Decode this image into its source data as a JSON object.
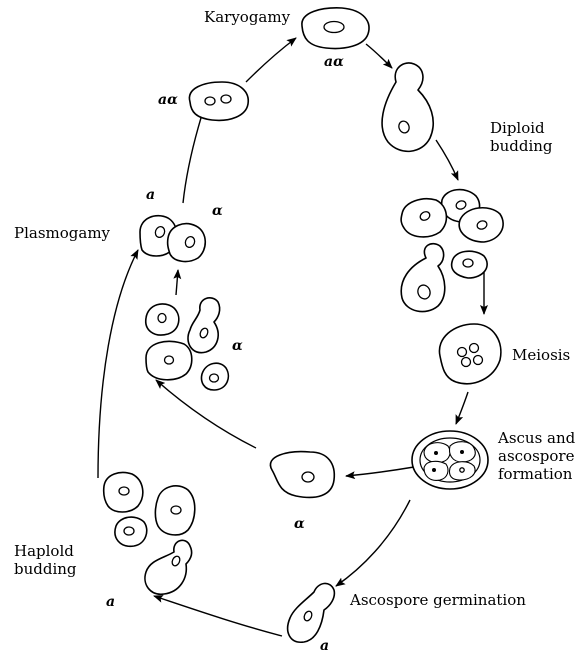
{
  "labels": {
    "karyogamy": "Karyogamy",
    "diploid_budding_1": "Diploid",
    "diploid_budding_2": "budding",
    "meiosis": "Meiosis",
    "ascus_1": "Ascus and",
    "ascus_2": "ascospore",
    "ascus_3": "formation",
    "ascospore_germination": "Ascospore germination",
    "haploid_budding_1": "Haplold",
    "haploid_budding_2": "budding",
    "plasmogamy": "Plasmogamy"
  },
  "mating_types": {
    "a": "a",
    "alpha": "α",
    "a_alpha": "aα"
  }
}
